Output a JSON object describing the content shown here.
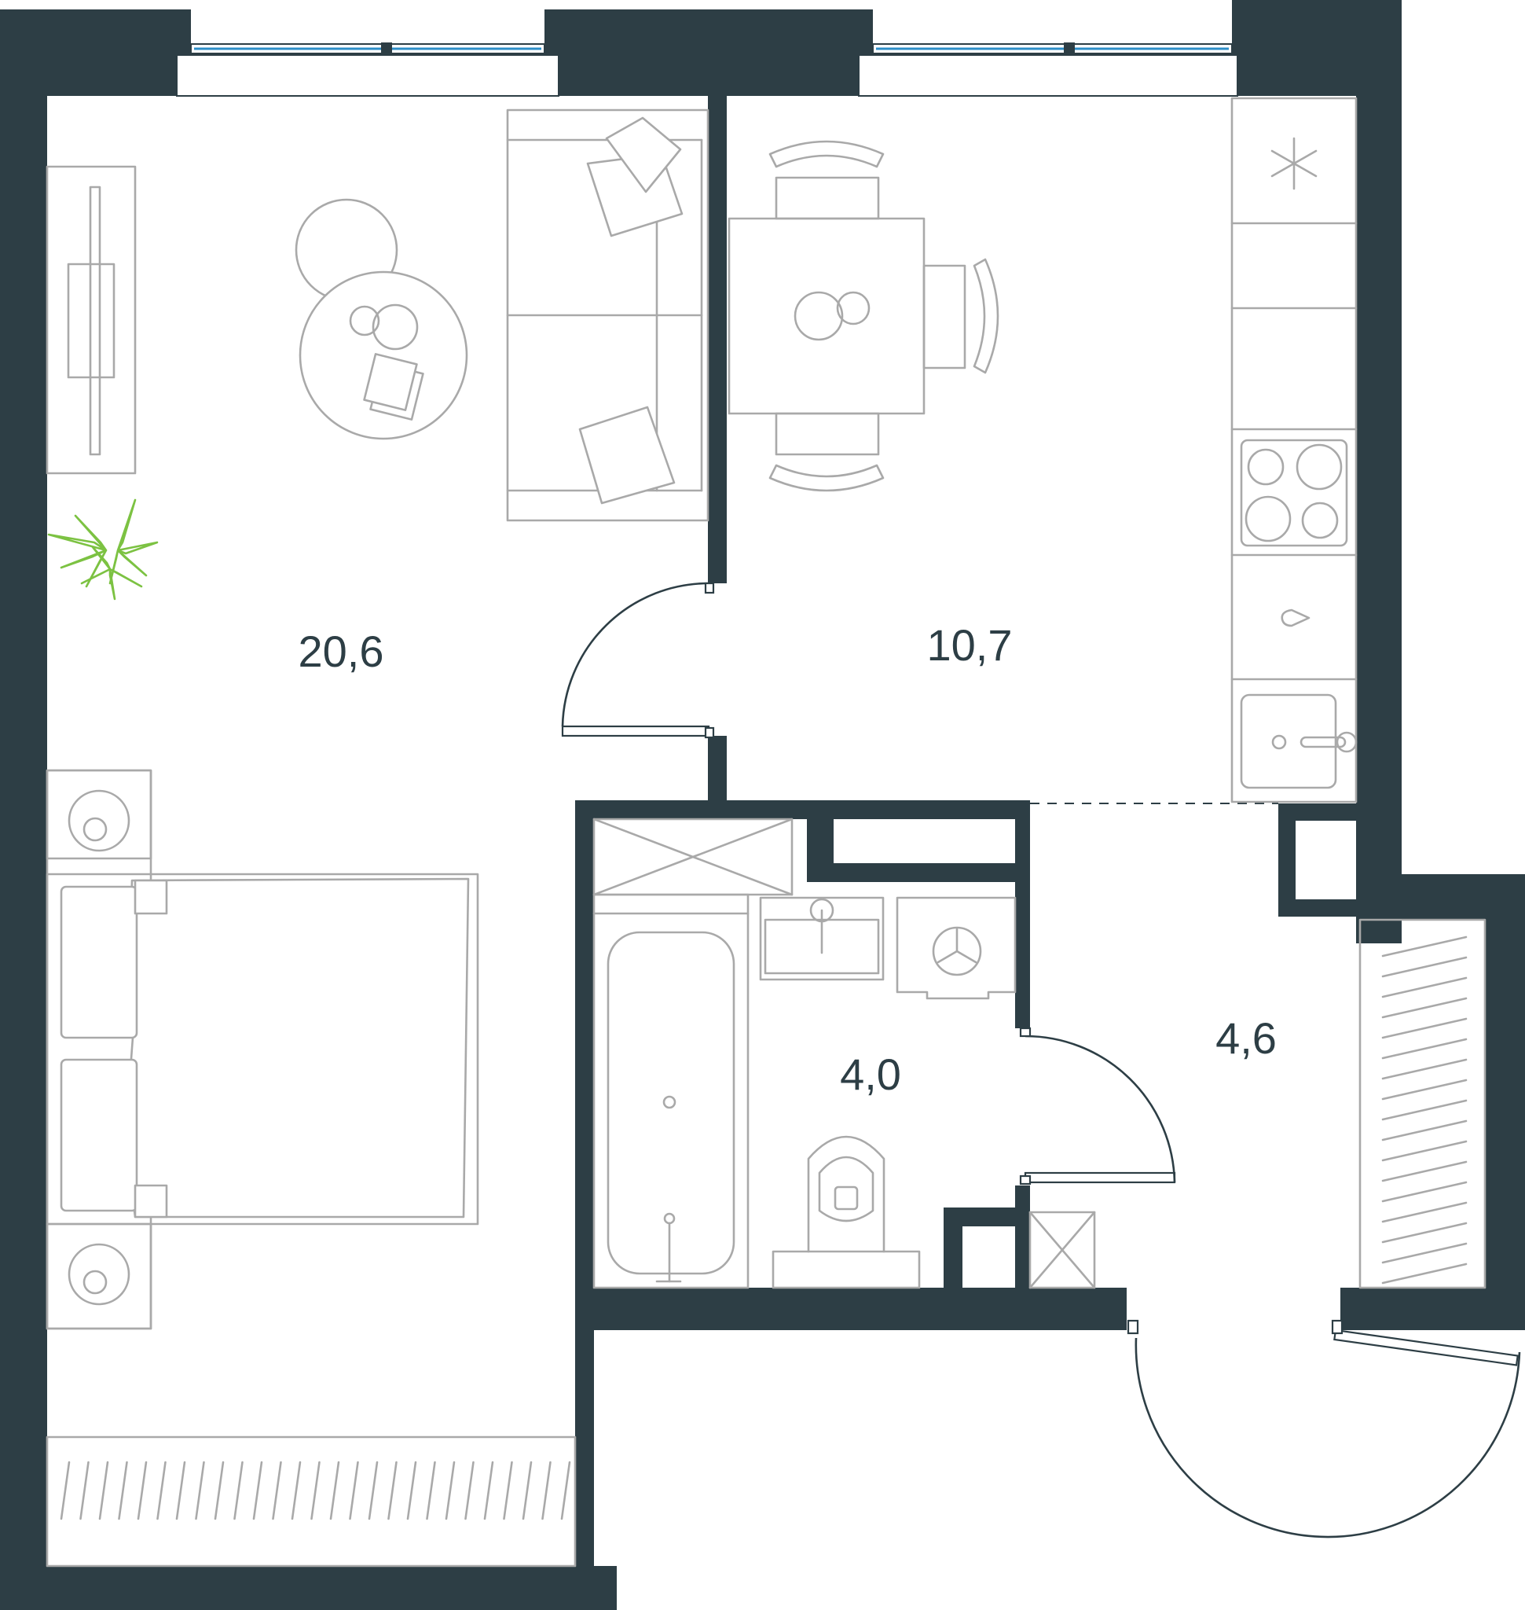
{
  "plan": {
    "rooms": [
      {
        "id": "living-room",
        "area": "20,6"
      },
      {
        "id": "kitchen",
        "area": "10,7"
      },
      {
        "id": "bathroom",
        "area": "4,0"
      },
      {
        "id": "hallway",
        "area": "4,6"
      }
    ]
  },
  "colors": {
    "wall": "#2d3e45",
    "furniture": "#a9a9a9",
    "window_glass": "#2d8fc8",
    "plant": "#7cc242"
  },
  "icons": [
    "snowflake-icon",
    "water-drop-icon",
    "plant-icon"
  ]
}
